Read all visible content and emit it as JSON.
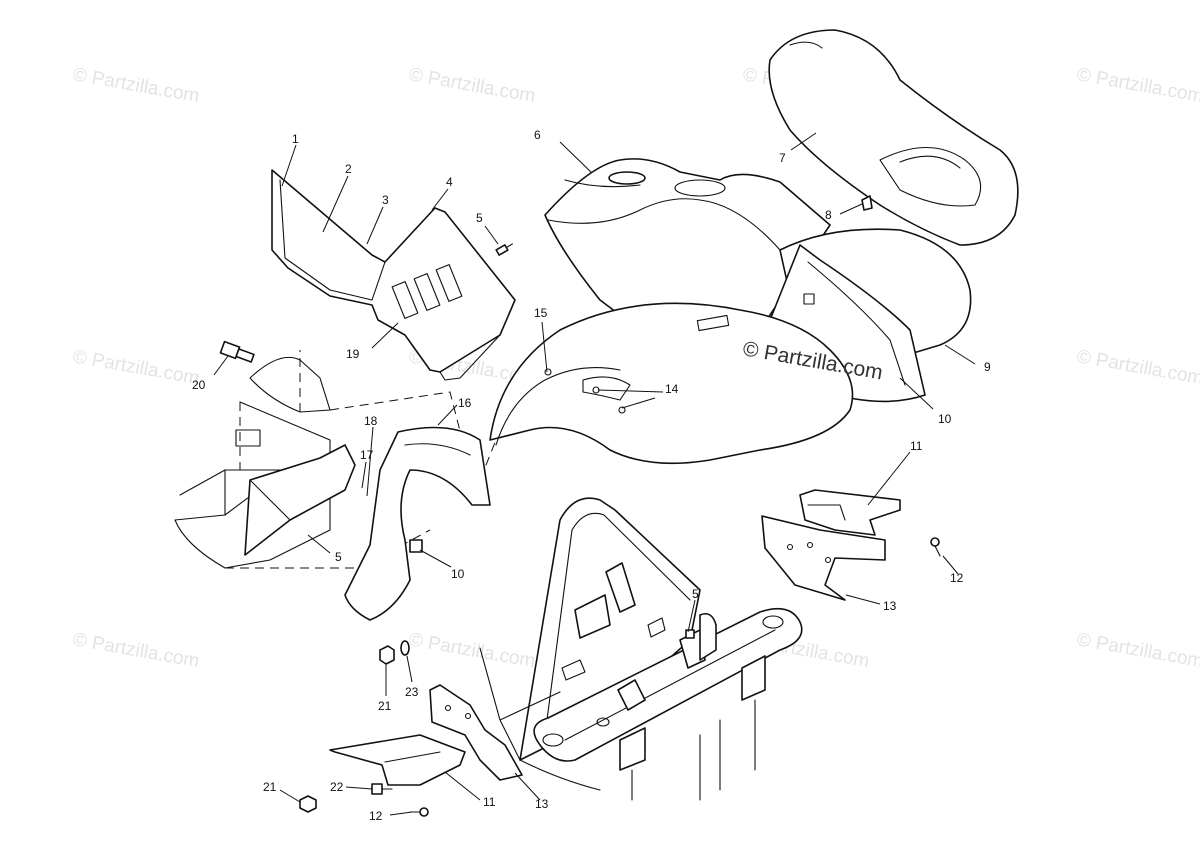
{
  "watermark": "© Partzilla.com",
  "callouts": {
    "c1": "1",
    "c2": "2",
    "c3": "3",
    "c4": "4",
    "c5a": "5",
    "c5b": "5",
    "c5c": "5",
    "c6": "6",
    "c7": "7",
    "c8": "8",
    "c9": "9",
    "c10a": "10",
    "c10b": "10",
    "c11a": "11",
    "c11b": "11",
    "c12a": "12",
    "c12b": "12",
    "c13a": "13",
    "c13b": "13",
    "c14": "14",
    "c15": "15",
    "c16": "16",
    "c17": "17",
    "c18": "18",
    "c19": "19",
    "c20": "20",
    "c21a": "21",
    "c21b": "21",
    "c22": "22",
    "c23": "23"
  }
}
